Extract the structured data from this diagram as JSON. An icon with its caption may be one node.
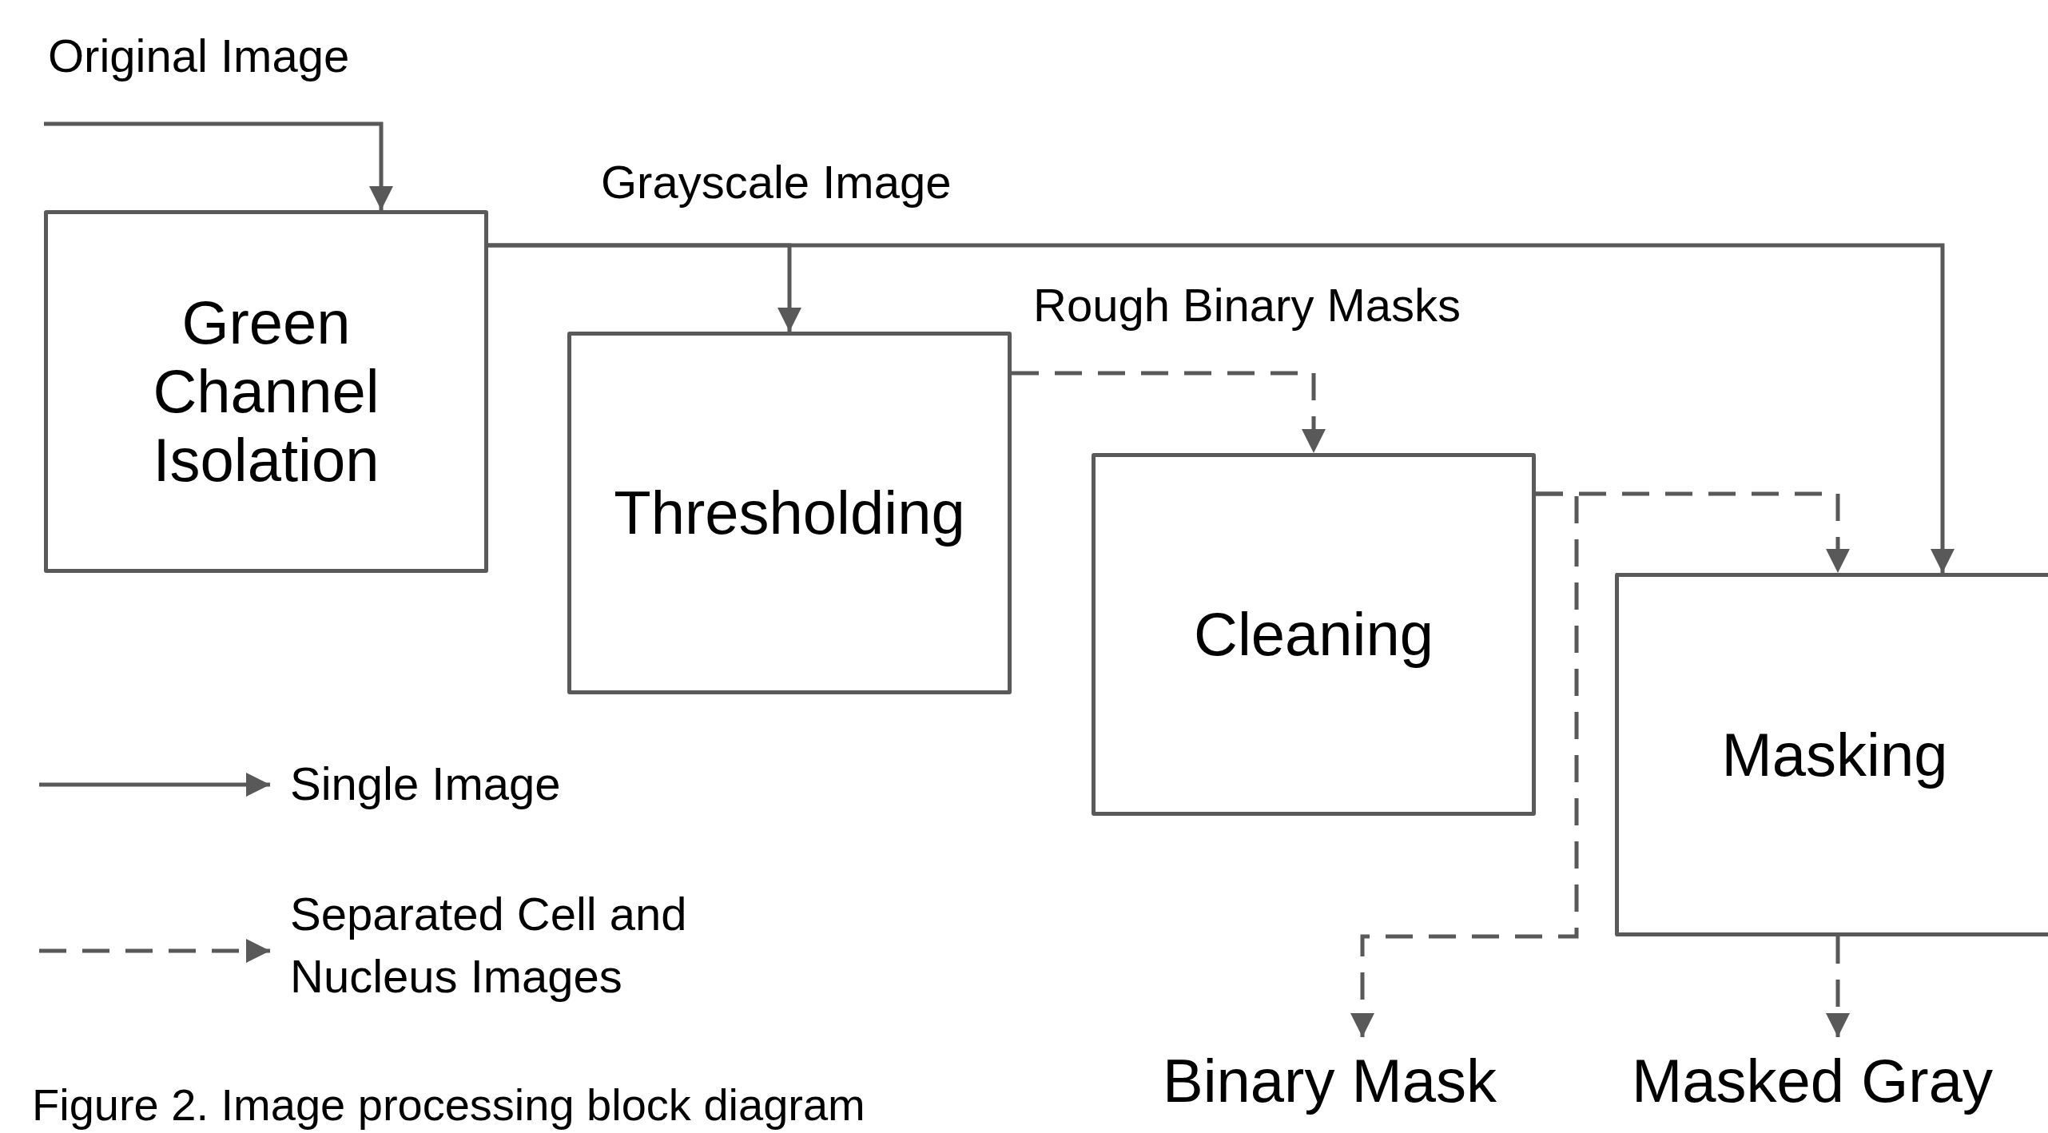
{
  "diagram": {
    "caption": "Figure 2. Image processing block diagram",
    "nodes": [
      {
        "text": [
          "Green Channel Isolation"
        ]
      },
      {
        "text": [
          "Thresholding"
        ]
      },
      {
        "text": [
          "Cleaning"
        ]
      },
      {
        "text": [
          "Masking"
        ]
      },
      {
        "text": [
          "Binary Mask"
        ]
      },
      {
        "text": [
          "Masked Gray"
        ]
      }
    ],
    "edges": [
      {
        "from": null,
        "to": 0,
        "arrow": "to",
        "label": "Original Image"
      },
      {
        "from": 0,
        "to": 1,
        "arrow": "to",
        "label": "Grayscale Image"
      },
      {
        "from": 0,
        "to": 3,
        "arrow": "to"
      },
      {
        "from": 1,
        "to": 2,
        "arrow": "to",
        "style": "dashed",
        "label": "Rough Binary Masks"
      },
      {
        "from": 2,
        "to": 3,
        "arrow": "to",
        "style": "dashed"
      },
      {
        "from": 2,
        "to": 4,
        "arrow": "to",
        "style": "dashed"
      },
      {
        "from": 3,
        "to": 5,
        "arrow": "to",
        "style": "dashed"
      }
    ],
    "legend": [
      {
        "text": "Single Image"
      },
      {
        "text": "Separated Cell and Nucleus Images"
      }
    ]
  }
}
